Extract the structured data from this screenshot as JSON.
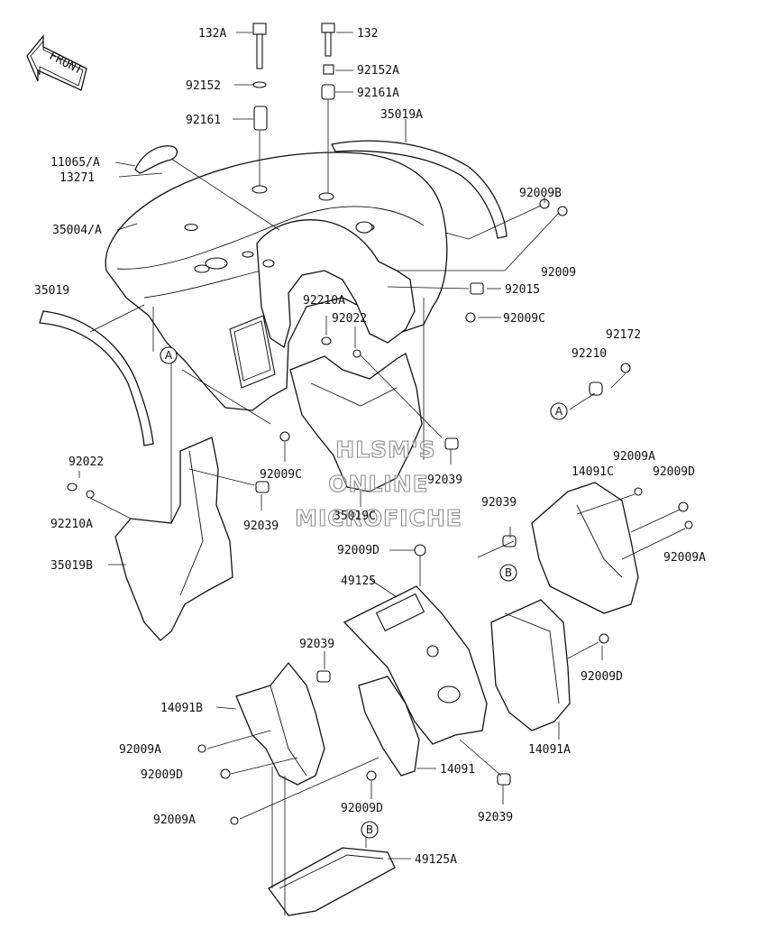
{
  "front_arrow": {
    "label": "FRONT"
  },
  "watermark": {
    "line1": "HLSM'S",
    "line2": "ONLINE",
    "line3": "MICROFICHE"
  },
  "callouts": {
    "a1": "A",
    "a2": "A",
    "b1": "B",
    "b2": "B"
  },
  "labels": {
    "l132A": "132A",
    "l132": "132",
    "l92152": "92152",
    "l92152A": "92152A",
    "l92161": "92161",
    "l92161A": "92161A",
    "l35019A": "35019A",
    "l11065A": "11065/A",
    "l13271": "13271",
    "l35004A": "35004/A",
    "l92009B": "92009B",
    "l92009_top": "92009",
    "l35019": "35019",
    "l92210A_top": "92210A",
    "l92022_top": "92022",
    "l92015": "92015",
    "l92009C_top": "92009C",
    "l92172": "92172",
    "l92210": "92210",
    "l92022_left": "92022",
    "l92210A_left": "92210A",
    "l92009C_mid": "92009C",
    "l92039_mid": "92039",
    "l92039_center": "92039",
    "l35019C": "35019C",
    "l92009A_r1": "92009A",
    "l14091C": "14091C",
    "l92009D_r1": "92009D",
    "l92009A_r2": "92009A",
    "l35019B": "35019B",
    "l92039_right": "92039",
    "l92009D_center": "92009D",
    "l49125": "49125",
    "l92009D_r2": "92009D",
    "l92039_low": "92039",
    "l14091B": "14091B",
    "l92009A_l1": "92009A",
    "l92009D_l": "92009D",
    "l14091": "14091",
    "l14091A": "14091A",
    "l92009D_low": "92009D",
    "l92039_bottom": "92039",
    "l92009A_l2": "92009A",
    "l49125A": "49125A"
  }
}
